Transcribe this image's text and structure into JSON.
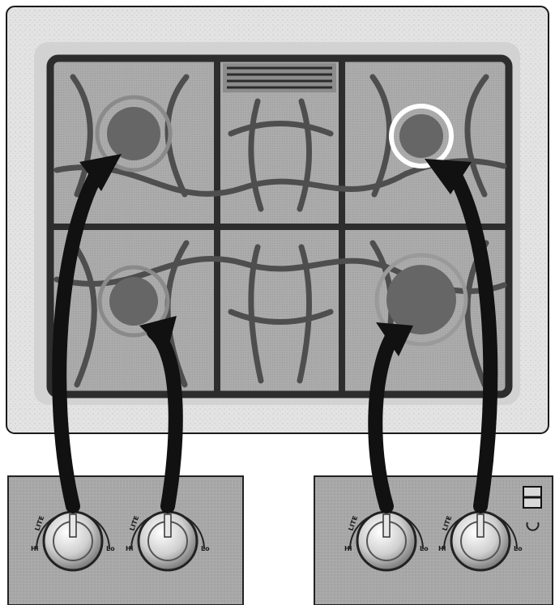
{
  "knob_labels": {
    "lite": "LITE",
    "hi": "Hi",
    "lo": "Lo"
  },
  "colors": {
    "cooktop_surface": "#e4e4e4",
    "grate_frame": "#3d3d3d",
    "grate_field": "#a9a9a9",
    "burner_cap": "#666666",
    "control_panel": "#a6a6a6",
    "arrow": "#111111",
    "knob_chrome": "#d9d9d9"
  },
  "diagram": {
    "subject": "gas-cooktop-with-4-burners-and-control-knobs",
    "burners": [
      {
        "position": "left-rear",
        "controlled_by_knob": 1
      },
      {
        "position": "left-front",
        "controlled_by_knob": 2
      },
      {
        "position": "right-front",
        "controlled_by_knob": 3
      },
      {
        "position": "right-rear",
        "controlled_by_knob": 4
      }
    ],
    "right_panel_icons": [
      "indicator-switch-icon",
      "power-light-icon"
    ]
  }
}
